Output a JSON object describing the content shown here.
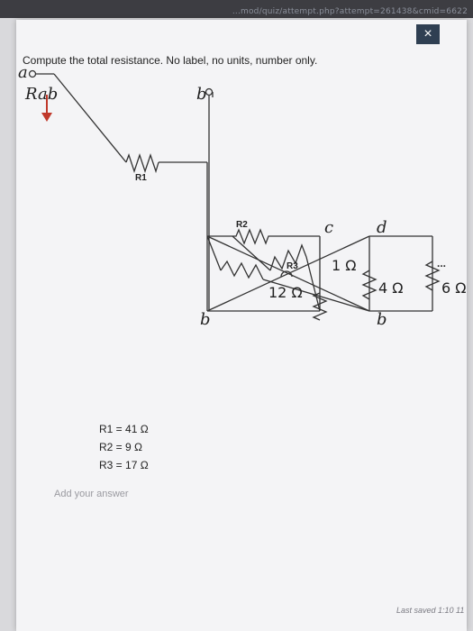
{
  "browser": {
    "url_text": "...mod/quiz/attempt.php?attempt=261438&cmid=6622"
  },
  "dialog": {
    "close_label": "×",
    "more_label": "...",
    "question": "Compute the total resistance. No label, no units, number only.",
    "answer_placeholder": "Add your answer",
    "saved_text": "Last saved 1:10 11"
  },
  "circuit": {
    "node_a": "a",
    "node_b": "b",
    "node_c": "c",
    "node_d": "d",
    "node_b_mid": "b",
    "node_b_right": "b",
    "rab_label": "Rab",
    "r1_label": "R1",
    "r2_label": "R2",
    "r3_label": "R3",
    "res_1": "1 Ω",
    "res_12": "12 Ω",
    "res_4": "4 Ω",
    "res_6": "6 Ω"
  },
  "given": [
    "R1 = 41 Ω",
    "R2 = 9 Ω",
    "R3 = 17 Ω"
  ]
}
